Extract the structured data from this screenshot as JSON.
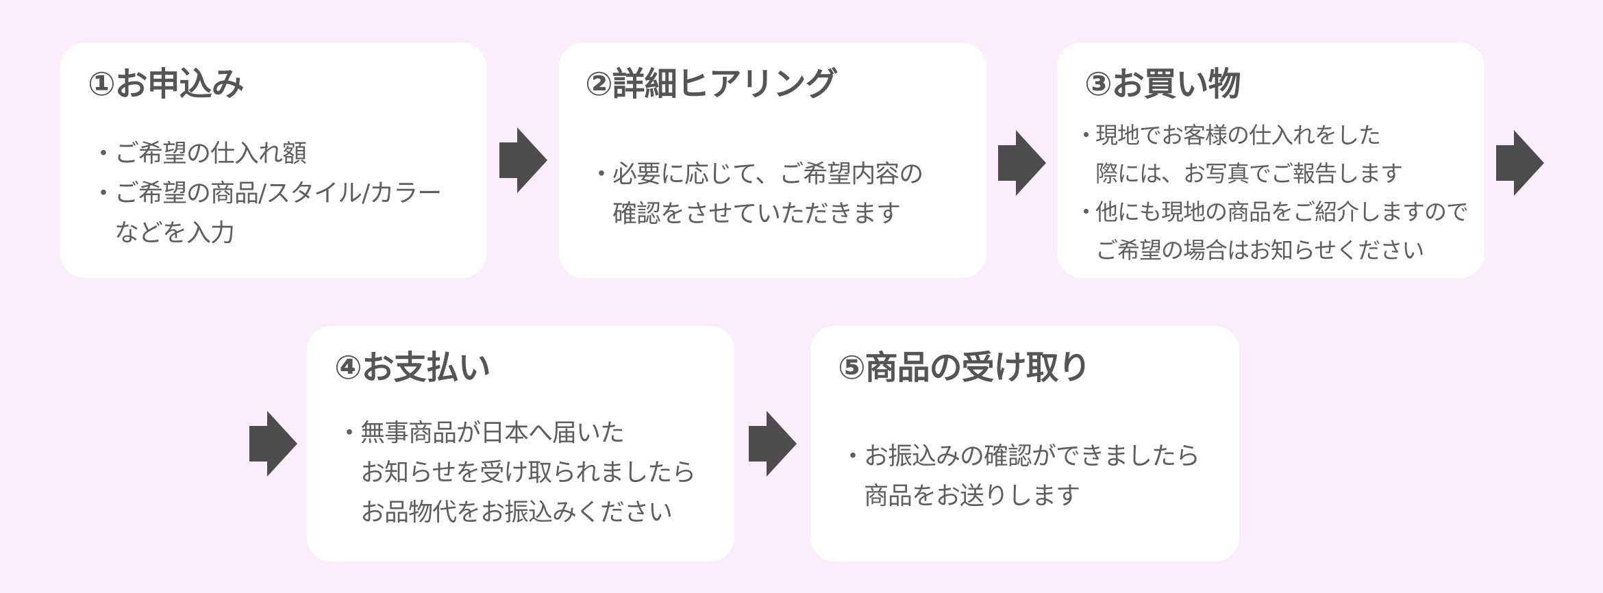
{
  "colors": {
    "background": "#fcedfc",
    "card": "#ffffff",
    "text": "#555555",
    "arrow": "#4d4d4d"
  },
  "steps": [
    {
      "title": "①お申込み",
      "lines": [
        {
          "text": "ご希望の仕入れ額",
          "bullet": true
        },
        {
          "text": "ご希望の商品/スタイル/カラー",
          "bullet": true
        },
        {
          "text": "などを入力",
          "bullet": false
        }
      ]
    },
    {
      "title": "②詳細ヒアリング",
      "lines": [
        {
          "text": "必要に応じて、ご希望内容の",
          "bullet": true
        },
        {
          "text": "確認をさせていただきます",
          "bullet": false
        }
      ]
    },
    {
      "title": "③お買い物",
      "lines": [
        {
          "text": "現地でお客様の仕入れをした",
          "bullet": true
        },
        {
          "text": "際には、お写真でご報告します",
          "bullet": false
        },
        {
          "text": "他にも現地の商品をご紹介しますので",
          "bullet": true
        },
        {
          "text": "ご希望の場合はお知らせください",
          "bullet": false
        }
      ]
    },
    {
      "title": "④お支払い",
      "lines": [
        {
          "text": "無事商品が日本へ届いた",
          "bullet": true
        },
        {
          "text": "お知らせを受け取られましたら",
          "bullet": false
        },
        {
          "text": "お品物代をお振込みください",
          "bullet": false
        }
      ]
    },
    {
      "title": "⑤商品の受け取り",
      "lines": [
        {
          "text": "お振込みの確認ができましたら",
          "bullet": true
        },
        {
          "text": "商品をお送りします",
          "bullet": false
        }
      ]
    }
  ],
  "arrows": [
    "arrow-right-icon",
    "arrow-right-icon",
    "arrow-right-icon",
    "arrow-right-icon",
    "arrow-right-icon"
  ]
}
